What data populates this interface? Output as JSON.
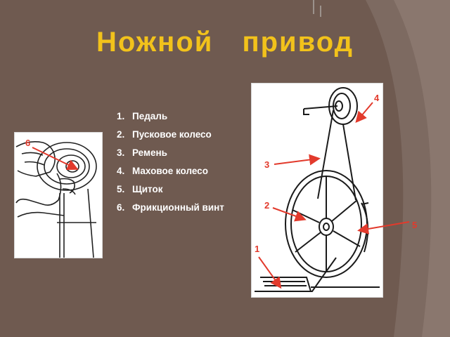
{
  "slide": {
    "title": "Ножной   привод"
  },
  "legend": {
    "items": [
      {
        "num": "1.",
        "label": "Педаль"
      },
      {
        "num": "2.",
        "label": "Пусковое колесо"
      },
      {
        "num": "3.",
        "label": "Ремень"
      },
      {
        "num": "4.",
        "label": "Маховое колесо"
      },
      {
        "num": "5.",
        "label": "Щиток"
      },
      {
        "num": "6.",
        "label": "Фрикционный винт"
      }
    ]
  },
  "callouts": {
    "c1": "1",
    "c2": "2",
    "c3": "3",
    "c4": "4",
    "c5": "5",
    "c6": "6"
  },
  "colors": {
    "title": "#f2c21b",
    "callout": "#e23a2c",
    "background": "#6f5a50"
  }
}
